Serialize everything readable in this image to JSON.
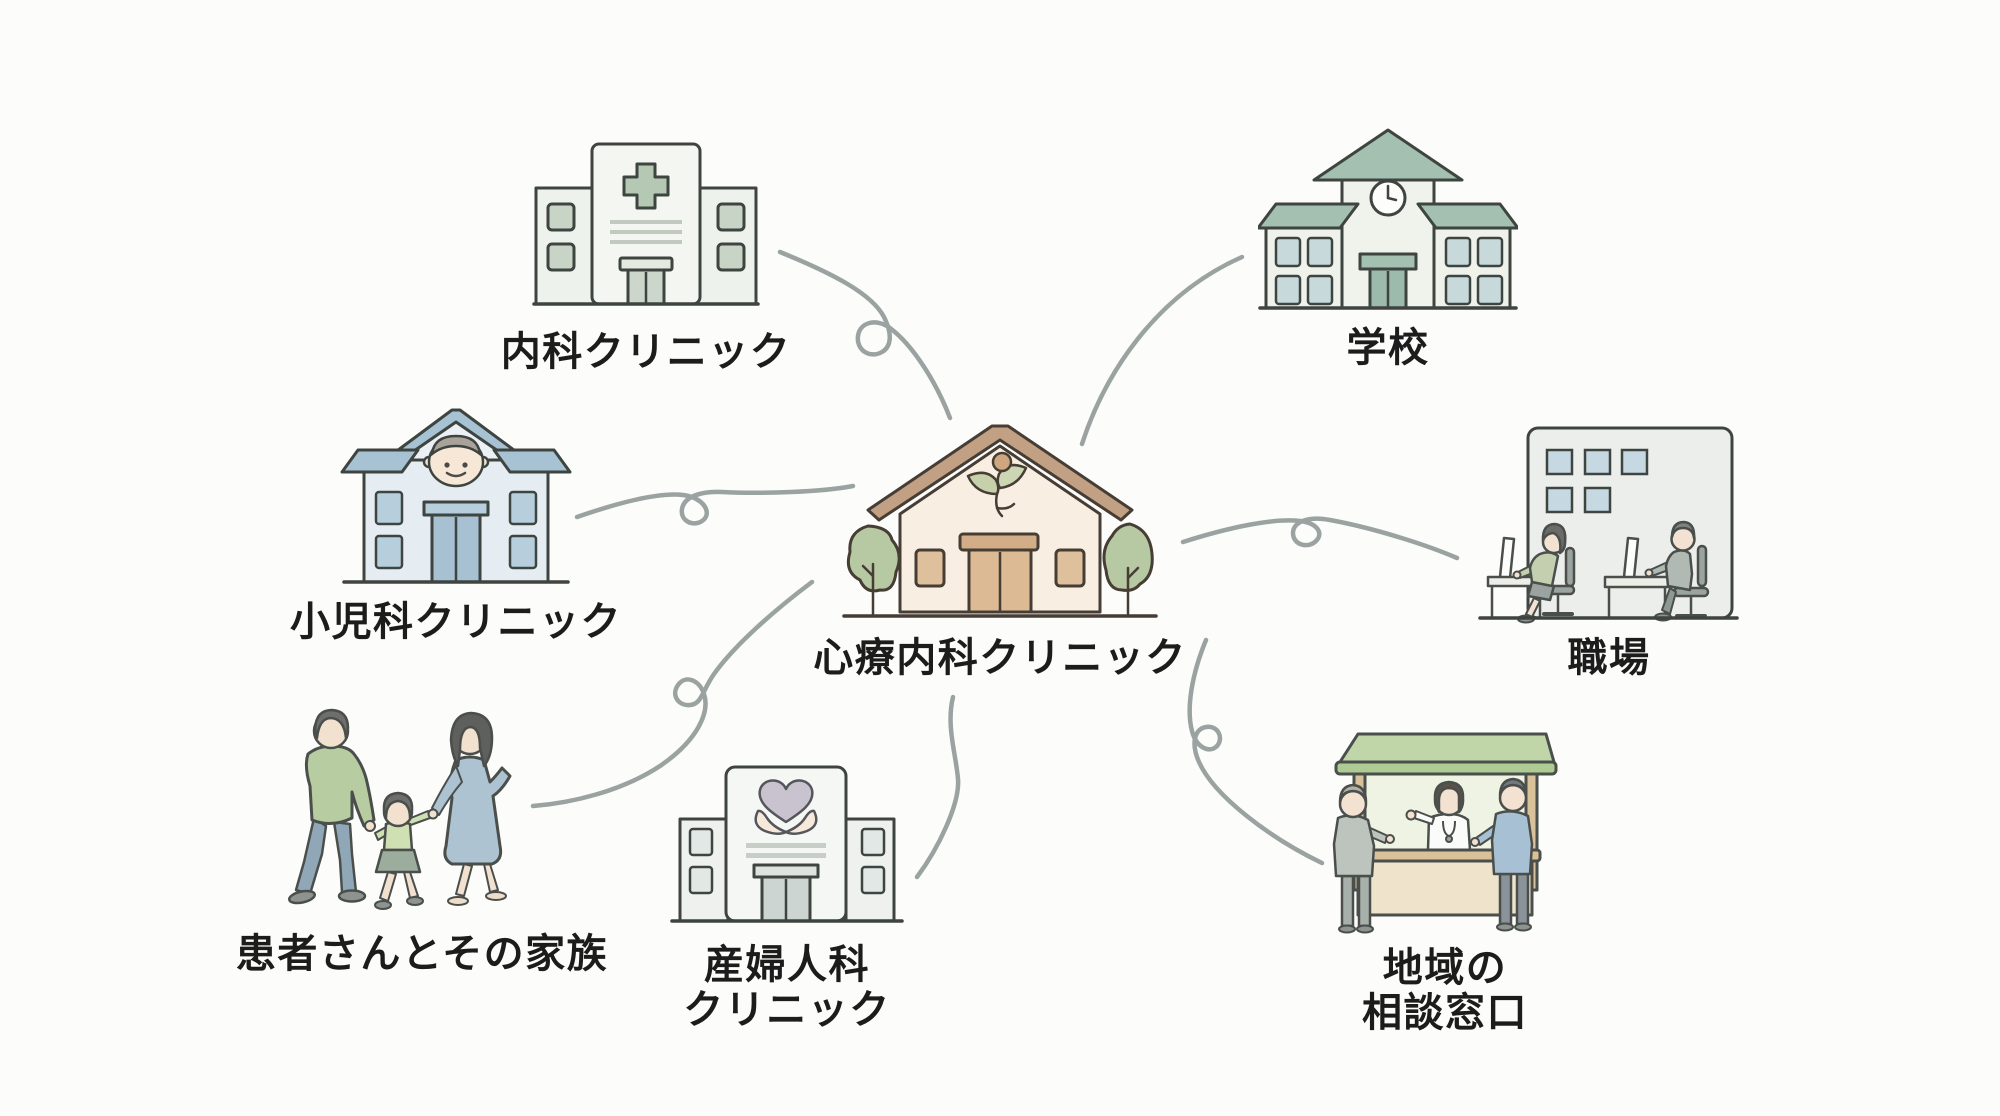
{
  "diagram": {
    "background_color": "#fcfcfa",
    "connector_color": "#9aa3a1",
    "outline_color": "#3e4440",
    "label_color": "#1c1c1c",
    "center_node": {
      "id": "psychosomatic-clinic",
      "label": "心療内科クリニック",
      "icon": "house-clinic-with-sprout-icon",
      "accent_color": "#c2a083"
    },
    "nodes": {
      "naika": {
        "label": "内科クリニック",
        "icon": "hospital-with-cross-icon",
        "accent_color": "#b5c8b4"
      },
      "school": {
        "label": "学校",
        "icon": "school-building-with-clock-icon",
        "accent_color": "#a3c0b0"
      },
      "pediatrics": {
        "label": "小児科クリニック",
        "icon": "pediatric-clinic-with-baby-face-icon",
        "accent_color": "#a7c2d3"
      },
      "workplace": {
        "label": "職場",
        "icon": "office-workers-at-desks-icon",
        "accent_color": "#c6d8e1"
      },
      "family": {
        "label": "患者さんとその家族",
        "icon": "walking-family-icon",
        "accent_color": "#b7cca1"
      },
      "obgyn": {
        "label": "産婦人科クリニック",
        "label_lines": [
          "産婦人科",
          "クリニック"
        ],
        "icon": "clinic-with-heart-in-hands-icon",
        "accent_color": "#c8c3cf"
      },
      "community": {
        "label": "地域の相談窓口",
        "label_lines": [
          "地域の",
          "相談窓口"
        ],
        "icon": "consultation-booth-icon",
        "accent_color": "#c1d6a8"
      }
    },
    "connections": [
      {
        "from": "psychosomatic-clinic",
        "to": "naika",
        "style": "curved-with-loop"
      },
      {
        "from": "psychosomatic-clinic",
        "to": "school",
        "style": "curved"
      },
      {
        "from": "psychosomatic-clinic",
        "to": "pediatrics",
        "style": "curved-with-loop"
      },
      {
        "from": "psychosomatic-clinic",
        "to": "workplace",
        "style": "curved-with-loop"
      },
      {
        "from": "psychosomatic-clinic",
        "to": "family",
        "style": "curved-with-loop"
      },
      {
        "from": "psychosomatic-clinic",
        "to": "obgyn",
        "style": "curved"
      },
      {
        "from": "psychosomatic-clinic",
        "to": "community",
        "style": "curved-with-loop"
      }
    ]
  }
}
